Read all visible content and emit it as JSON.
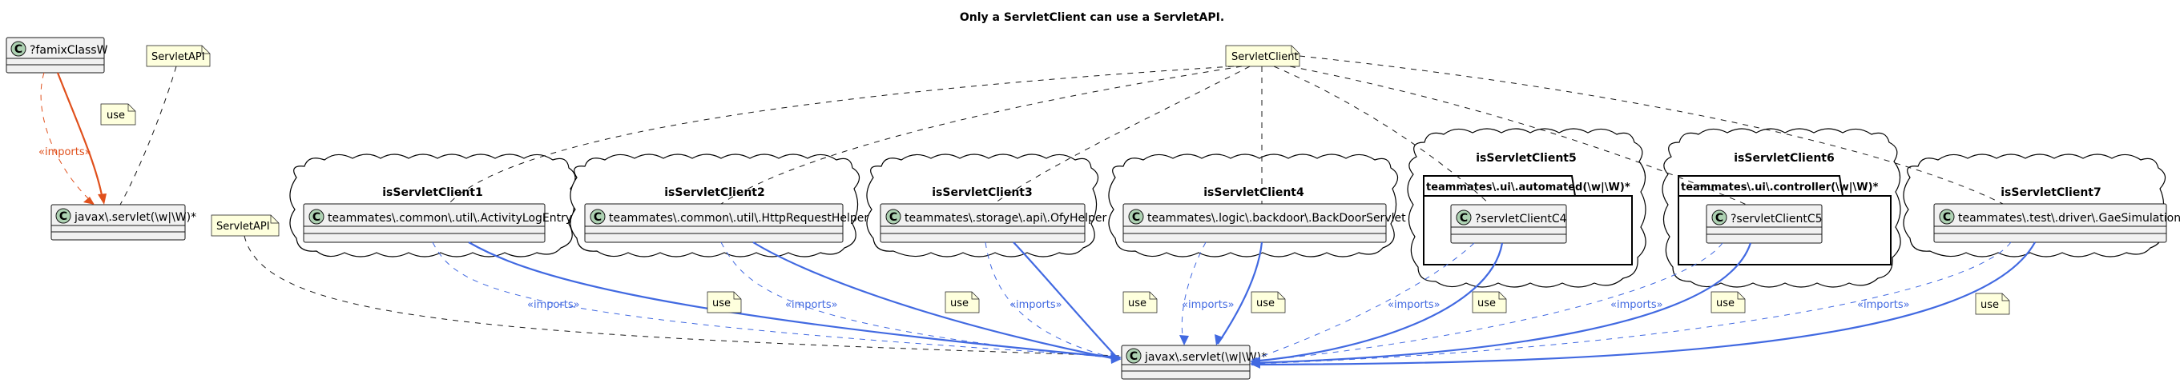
{
  "diagram": {
    "title": "Only a ServletClient can use a ServletAPI.",
    "class_glyph": "C",
    "colors": {
      "class_fill": "#f1f1f1",
      "class_circle": "#add1b2",
      "note_fill": "#feffdd",
      "use_arrow": "#4169e1",
      "imports_arrow": "#4169e1",
      "example_arrow": "#e0501c"
    },
    "example": {
      "source_class": "?famixClassW",
      "target_class": "javax\\.servlet(\\w|\\W)*",
      "note_servlet_api": "ServletAPI",
      "use_note": "use",
      "imports_label": "«imports»"
    },
    "servlet_client_note": "ServletClient",
    "servlet_api_note": "ServletAPI",
    "target_class": "javax\\.servlet(\\w|\\W)*",
    "use_note": "use",
    "imports_label": "«imports»",
    "clouds": [
      {
        "title": "isServletClient1",
        "package": "",
        "class": "teammates\\.common\\.util\\.ActivityLogEntry"
      },
      {
        "title": "isServletClient2",
        "package": "",
        "class": "teammates\\.common\\.util\\.HttpRequestHelper"
      },
      {
        "title": "isServletClient3",
        "package": "",
        "class": "teammates\\.storage\\.api\\.OfyHelper"
      },
      {
        "title": "isServletClient4",
        "package": "",
        "class": "teammates\\.logic\\.backdoor\\.BackDoorServlet"
      },
      {
        "title": "isServletClient5",
        "package": "teammates\\.ui\\.automated(\\w|\\W)*",
        "class": "?servletClientC4"
      },
      {
        "title": "isServletClient6",
        "package": "teammates\\.ui\\.controller(\\w|\\W)*",
        "class": "?servletClientC5"
      },
      {
        "title": "isServletClient7",
        "package": "",
        "class": "teammates\\.test\\.driver\\.GaeSimulation"
      }
    ]
  }
}
